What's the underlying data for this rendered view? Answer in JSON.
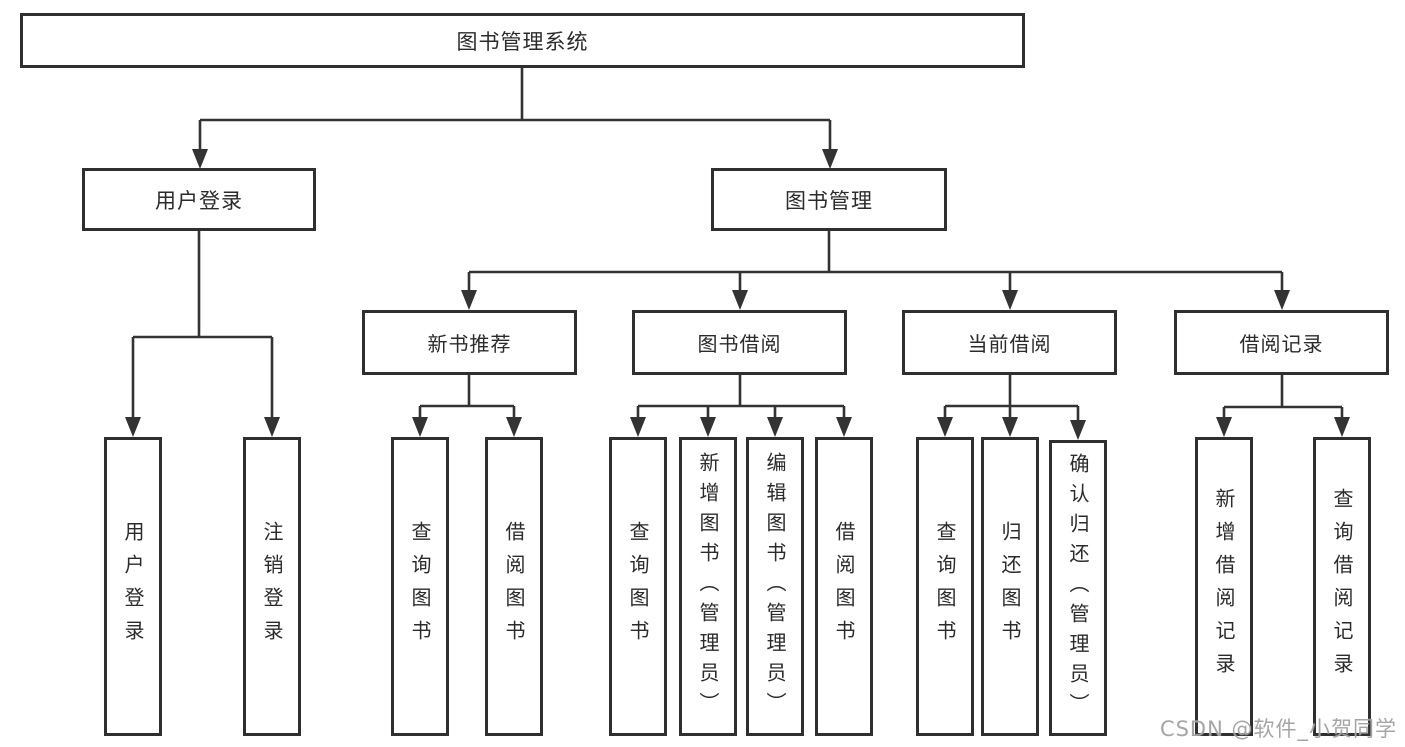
{
  "tree": {
    "root": {
      "label": "图书管理系统"
    },
    "branches": [
      {
        "label": "用户登录",
        "children": [
          {
            "label": "用户登录"
          },
          {
            "label": "注销登录"
          }
        ]
      },
      {
        "label": "图书管理",
        "children": [
          {
            "label": "新书推荐",
            "children": [
              {
                "label": "查询图书"
              },
              {
                "label": "借阅图书"
              }
            ]
          },
          {
            "label": "图书借阅",
            "children": [
              {
                "label": "查询图书"
              },
              {
                "label": "新增图书（管理员）"
              },
              {
                "label": "编辑图书（管理员）"
              },
              {
                "label": "借阅图书"
              }
            ]
          },
          {
            "label": "当前借阅",
            "children": [
              {
                "label": "查询图书"
              },
              {
                "label": "归还图书"
              },
              {
                "label": "确认归还（管理员）"
              }
            ]
          },
          {
            "label": "借阅记录",
            "children": [
              {
                "label": "新增借阅记录"
              },
              {
                "label": "查询借阅记录"
              }
            ]
          }
        ]
      }
    ]
  },
  "watermark": {
    "text": "CSDN @软件_小贺同学"
  },
  "colors": {
    "line": "#333333",
    "box_border": "#2f2f2f",
    "box_fill": "#ffffff",
    "text": "#2b2b2b",
    "background": "#ffffff",
    "watermark": "#989898"
  }
}
